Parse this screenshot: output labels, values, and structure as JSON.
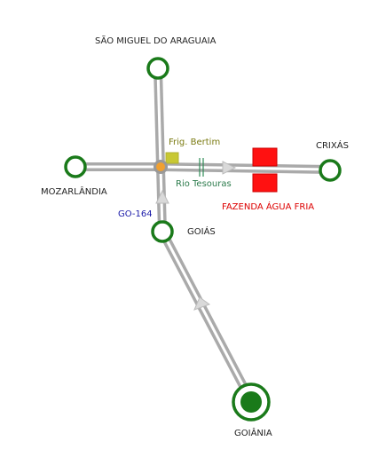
{
  "places": {
    "sao_miguel": "SÃO MIGUEL DO ARAGUAIA",
    "mozarlandia": "MOZARLÂNDIA",
    "crixas": "CRIXÁS",
    "goias": "GOIÁS",
    "goiania": "GOIÂNIA"
  },
  "pois": {
    "frigorifico": "Frig. Bertim",
    "rio": "Rio Tesouras",
    "fazenda": "FAZENDA ÁGUA FRIA"
  },
  "road": {
    "name": "GO-164"
  },
  "colors": {
    "node": "#1a7a1a",
    "road_fill": "#cccccc",
    "road_edge": "#aaaaaa",
    "arrow": "#d9d9d9",
    "junction": "#f0a030",
    "frig_box": "#c8c833",
    "frig_text": "#7a7a10",
    "river_text": "#2b7a4b",
    "river_line": "#2e8b57",
    "farm": "#ff1111",
    "farm_text": "#dd0000",
    "road_text": "#1a1aa8"
  }
}
